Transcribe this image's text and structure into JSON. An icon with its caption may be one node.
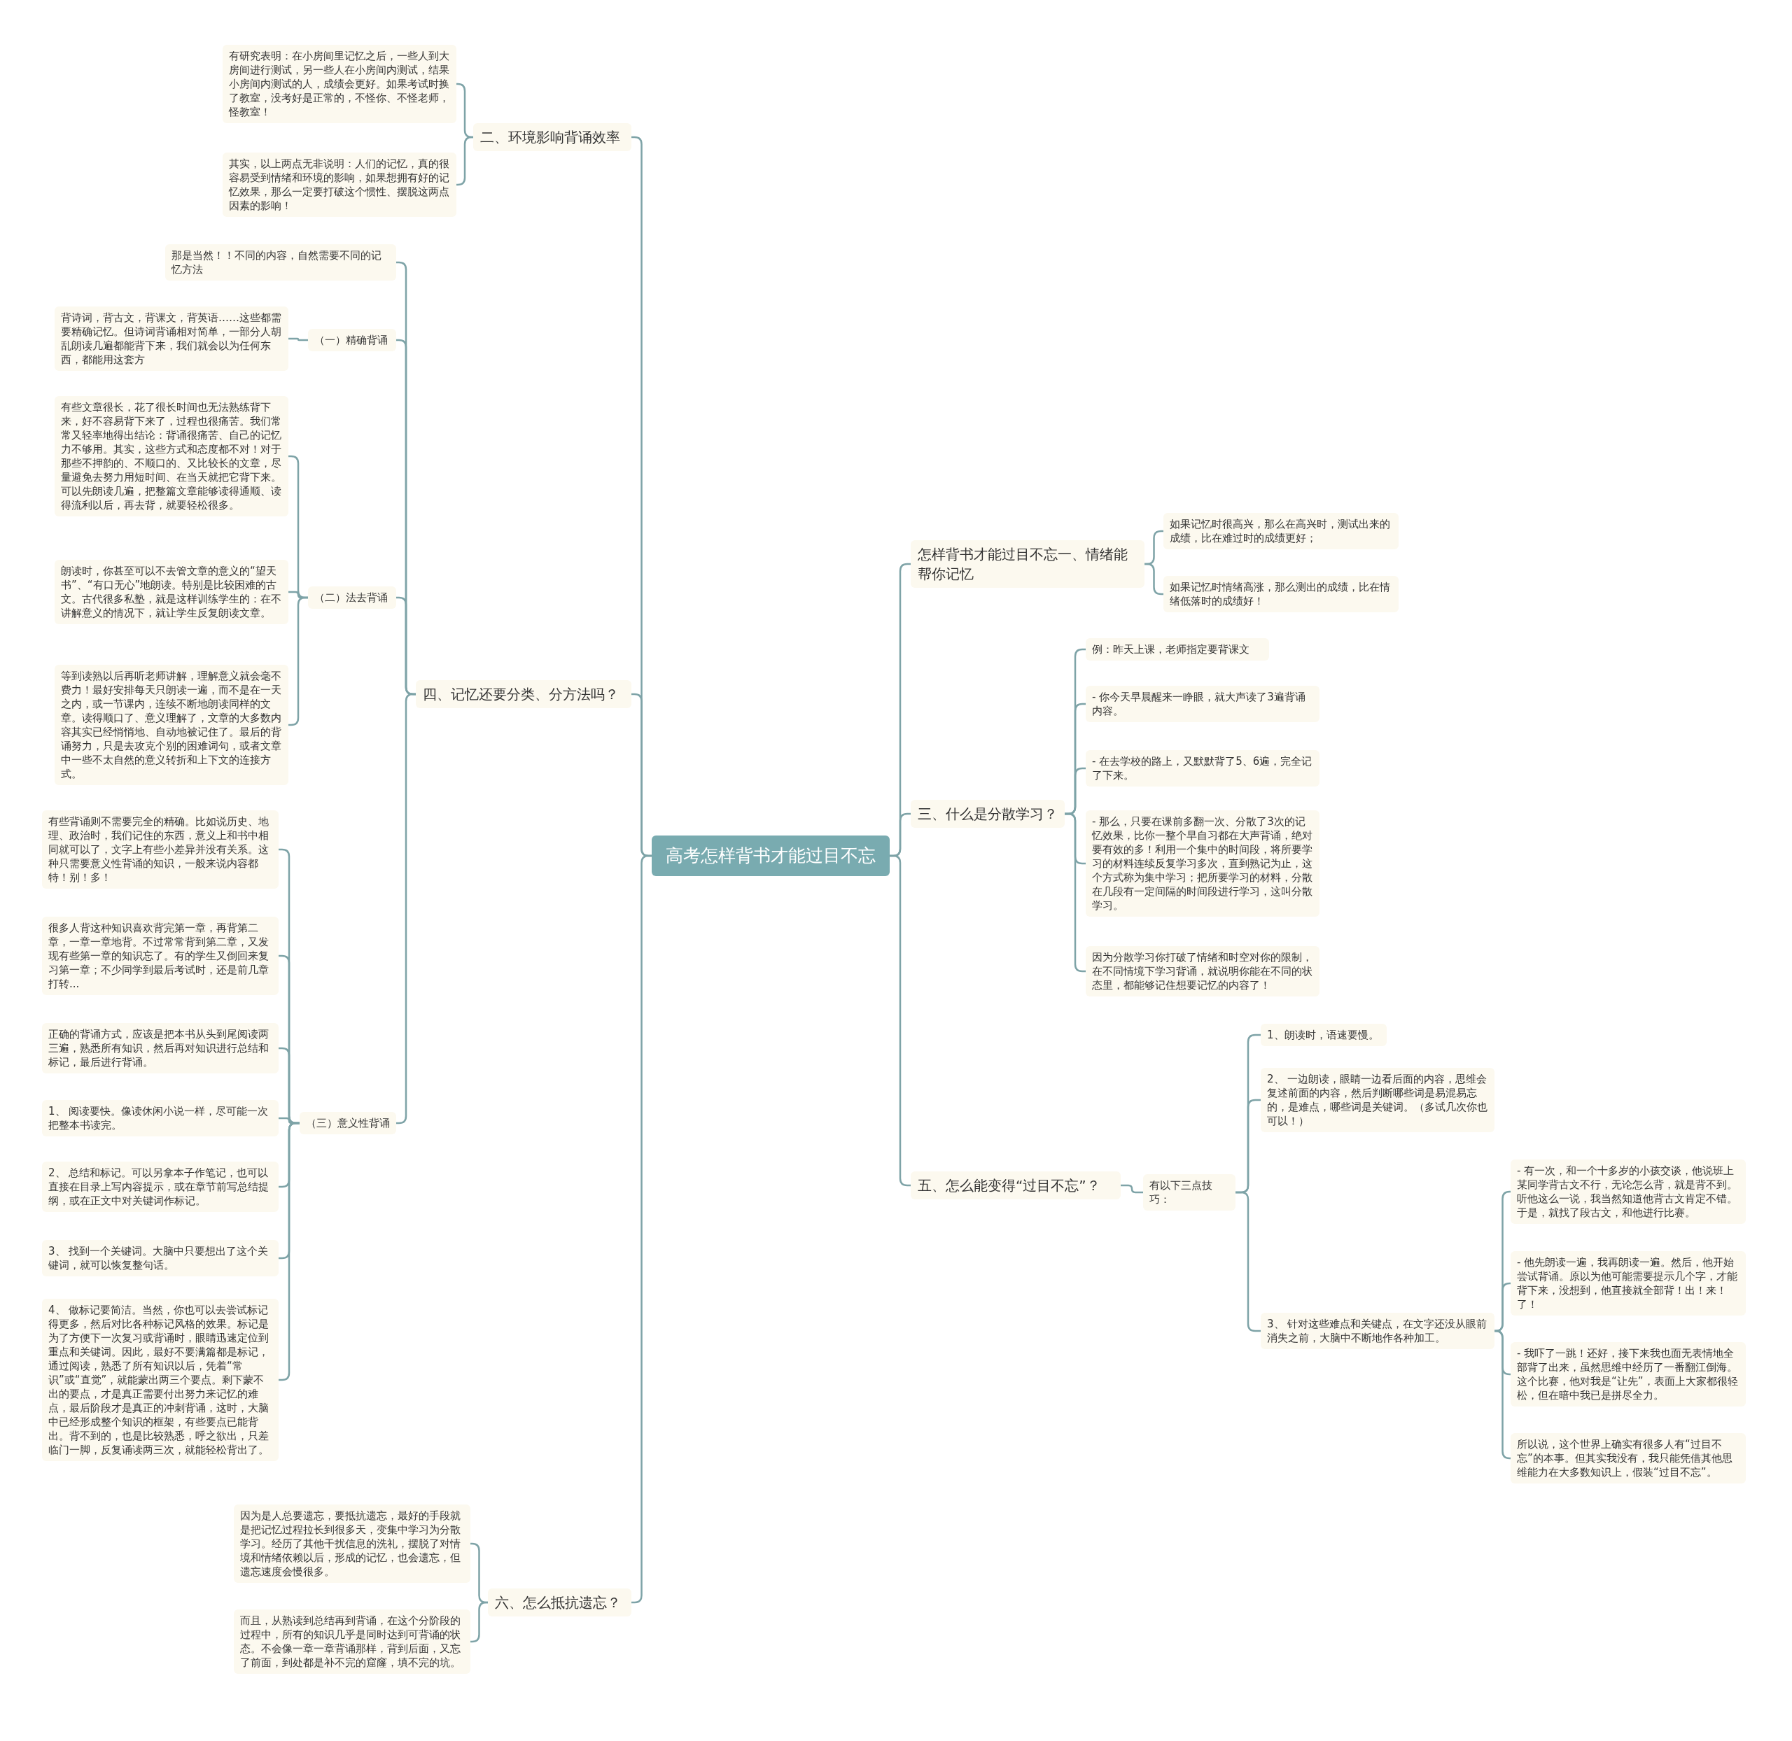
{
  "diagram": {
    "nodes": [
      {
        "text": [
          "高考怎样背书才能过目不忘"
        ]
      },
      {
        "text": [
          "二、环境影响背诵效率"
        ]
      },
      {
        "text": [
          "有研究表明：在小房间里记忆之后，一些人到大房间进行测试，另一些人在小房间内测试，结果小房间内测试的人，成绩会更好。如果考试时换了教室，没考好是正常的，不怪你、不怪老师，怪教室！"
        ]
      },
      {
        "text": [
          "其实，以上两点无非说明：人们的记忆，真的很容易受到情绪和环境的影响，如果想拥有好的记忆效果，那么一定要打破这个惯性、摆脱这两点因素的影响！"
        ]
      },
      {
        "text": [
          "四、记忆还要分类、分方法吗？"
        ]
      },
      {
        "text": [
          "那是当然！！不同的内容，自然需要不同的记忆方法"
        ]
      },
      {
        "text": [
          "（一）精确背诵"
        ]
      },
      {
        "text": [
          "背诗词，背古文，背课文，背英语……这些都需要精确记忆。但诗词背诵相对简单，一部分人胡乱朗读几遍都能背下来，我们就会以为任何东西，都能用这套方"
        ]
      },
      {
        "text": [
          "（二）法去背诵"
        ]
      },
      {
        "text": [
          "有些文章很长，花了很长时间也无法熟练背下来，好不容易背下来了，过程也很痛苦。我们常常又轻率地得出结论：背诵很痛苦、自己的记忆力不够用。其实，这些方式和态度都不对！对于那些不押韵的、不顺口的、又比较长的文章，尽量避免去努力用短时间、在当天就把它背下来。可以先朗读几遍，把整篇文章能够读得通顺、读得流利以后，再去背，就要轻松很多。"
        ]
      },
      {
        "text": [
          "朗读时，你甚至可以不去管文章的意义的“望天书”、“有口无心”地朗读。特别是比较困难的古文。古代很多私塾，就是这样训练学生的：在不讲解意义的情况下，就让学生反复朗读文章。"
        ]
      },
      {
        "text": [
          "等到读熟以后再听老师讲解，理解意义就会毫不费力！最好安排每天只朗读一遍，而不是在一天之内，或一节课内，连续不断地朗读同样的文章。读得顺口了、意义理解了，文章的大多数内容其实已经悄悄地、自动地被记住了。最后的背诵努力，只是去攻克个别的困难词句，或者文章中一些不太自然的意义转折和上下文的连接方式。"
        ]
      },
      {
        "text": [
          "（三）意义性背诵"
        ]
      },
      {
        "text": [
          "有些背诵则不需要完全的精确。比如说历史、地理、政治时，我们记住的东西，意义上和书中相同就可以了，文字上有些小差异并没有关系。这种只需要意义性背诵的知识，一般来说内容都特！别！多！"
        ]
      },
      {
        "text": [
          "很多人背这种知识喜欢背完第一章，再背第二章，一章一章地背。不过常常背到第二章，又发现有些第一章的知识忘了。有的学生又倒回来复习第一章；不少同学到最后考试时，还是前几章打转..."
        ]
      },
      {
        "text": [
          "正确的背诵方式，应该是把本书从头到尾阅读两三遍，熟悉所有知识，然后再对知识进行总结和标记，最后进行背诵。"
        ]
      },
      {
        "text": [
          "1、 阅读要快。像读休闲小说一样，尽可能一次把整本书读完。"
        ]
      },
      {
        "text": [
          "2、 总结和标记。可以另拿本子作笔记，也可以直接在目录上写内容提示，或在章节前写总结提纲，或在正文中对关键词作标记。"
        ]
      },
      {
        "text": [
          "3、 找到一个关键词。大脑中只要想出了这个关键词，就可以恢复整句话。"
        ]
      },
      {
        "text": [
          "4、 做标记要简洁。当然，你也可以去尝试标记得更多，然后对比各种标记风格的效果。标记是为了方便下一次复习或背诵时，眼睛迅速定位到重点和关键词。因此，最好不要满篇都是标记，通过阅读，熟悉了所有知识以后，凭着“常识”或“直觉”，就能蒙出两三个要点。剩下蒙不出的要点，才是真正需要付出努力来记忆的难点，最后阶段才是真正的冲刺背诵，这时，大脑中已经形成整个知识的框架，有些要点已能背出。背不到的，也是比较熟悉，呼之欲出，只差临门一脚，反复诵读两三次，就能轻松背出了。"
        ]
      },
      {
        "text": [
          "六、怎么抵抗遗忘？"
        ]
      },
      {
        "text": [
          "因为是人总要遗忘，要抵抗遗忘，最好的手段就是把记忆过程拉长到很多天，变集中学习为分散学习。经历了其他干扰信息的洗礼，摆脱了对情境和情绪依赖以后，形成的记忆，也会遗忘，但遗忘速度会慢很多。"
        ]
      },
      {
        "text": [
          "而且，从熟读到总结再到背诵，在这个分阶段的过程中，所有的知识几乎是同时达到可背诵的状态。不会像一章一章背诵那样，背到后面，又忘了前面，到处都是补不完的窟窿，填不完的坑。"
        ]
      },
      {
        "text": [
          "怎样背书才能过目不忘一、情绪能帮你记忆"
        ]
      },
      {
        "text": [
          "如果记忆时很高兴，那么在高兴时，测试出来的成绩，比在难过时的成绩更好；"
        ]
      },
      {
        "text": [
          "如果记忆时情绪高涨，那么测出的成绩，比在情绪低落时的成绩好！"
        ]
      },
      {
        "text": [
          "三、什么是分散学习？"
        ]
      },
      {
        "text": [
          "例：昨天上课，老师指定要背课文"
        ]
      },
      {
        "text": [
          "- 你今天早晨醒来一睁眼，就大声读了3遍背诵内容。"
        ]
      },
      {
        "text": [
          "- 在去学校的路上，又默默背了5、6遍，完全记了下来。"
        ]
      },
      {
        "text": [
          "- 那么，只要在课前多翻一次、分散了3次的记忆效果，比你一整个早自习都在大声背诵，绝对要有效的多！利用一个集中的时间段，将所要学习的材料连续反复学习多次，直到熟记为止，这个方式称为集中学习；把所要学习的材料，分散在几段有一定间隔的时间段进行学习，这叫分散学习。"
        ]
      },
      {
        "text": [
          "因为分散学习你打破了情绪和时空对你的限制，在不同情境下学习背诵，就说明你能在不同的状态里，都能够记住想要记忆的内容了！"
        ]
      },
      {
        "text": [
          "五、怎么能变得“过目不忘”？"
        ]
      },
      {
        "text": [
          "有以下三点技巧："
        ]
      },
      {
        "text": [
          "1、朗读时，语速要慢。"
        ]
      },
      {
        "text": [
          "2、 一边朗读，眼睛一边看后面的内容，思维会复述前面的内容，然后判断哪些词是易混易忘的，是难点，哪些词是关键词。（多试几次你也可以！）"
        ]
      },
      {
        "text": [
          "3、 针对这些难点和关键点，在文字还没从眼前消失之前，大脑中不断地作各种加工。"
        ]
      },
      {
        "text": [
          "- 有一次，和一个十多岁的小孩交谈，他说班上某同学背古文不行，无论怎么背，就是背不到。听他这么一说，我当然知道他背古文肯定不错。于是，就找了段古文，和他进行比赛。"
        ]
      },
      {
        "text": [
          "- 他先朗读一遍，我再朗读一遍。然后，他开始尝试背诵。原以为他可能需要提示几个字，才能背下来，没想到，他直接就全部背！出！来！了！"
        ]
      },
      {
        "text": [
          "- 我吓了一跳！还好，接下来我也面无表情地全部背了出来，虽然思维中经历了一番翻江倒海。这个比赛，他对我是“让先”，表面上大家都很轻松，但在暗中我已是拼尽全力。"
        ]
      },
      {
        "text": [
          "所以说，这个世界上确实有很多人有“过目不忘”的本事。但其实我没有，我只能凭借其他思维能力在大多数知识上，假装“过目不忘”。"
        ]
      }
    ],
    "edges": [
      {
        "from": 0,
        "to": 1,
        "arrow": "none"
      },
      {
        "from": 1,
        "to": 2,
        "arrow": "none"
      },
      {
        "from": 1,
        "to": 3,
        "arrow": "none"
      },
      {
        "from": 0,
        "to": 4,
        "arrow": "none"
      },
      {
        "from": 4,
        "to": 5,
        "arrow": "none"
      },
      {
        "from": 4,
        "to": 6,
        "arrow": "none"
      },
      {
        "from": 6,
        "to": 7,
        "arrow": "none"
      },
      {
        "from": 4,
        "to": 8,
        "arrow": "none"
      },
      {
        "from": 8,
        "to": 9,
        "arrow": "none"
      },
      {
        "from": 8,
        "to": 10,
        "arrow": "none"
      },
      {
        "from": 8,
        "to": 11,
        "arrow": "none"
      },
      {
        "from": 4,
        "to": 12,
        "arrow": "none"
      },
      {
        "from": 12,
        "to": 13,
        "arrow": "none"
      },
      {
        "from": 12,
        "to": 14,
        "arrow": "none"
      },
      {
        "from": 12,
        "to": 15,
        "arrow": "none"
      },
      {
        "from": 12,
        "to": 16,
        "arrow": "none"
      },
      {
        "from": 12,
        "to": 17,
        "arrow": "none"
      },
      {
        "from": 12,
        "to": 18,
        "arrow": "none"
      },
      {
        "from": 12,
        "to": 19,
        "arrow": "none"
      },
      {
        "from": 0,
        "to": 20,
        "arrow": "none"
      },
      {
        "from": 20,
        "to": 21,
        "arrow": "none"
      },
      {
        "from": 20,
        "to": 22,
        "arrow": "none"
      },
      {
        "from": 0,
        "to": 23,
        "arrow": "none"
      },
      {
        "from": 23,
        "to": 24,
        "arrow": "none"
      },
      {
        "from": 23,
        "to": 25,
        "arrow": "none"
      },
      {
        "from": 0,
        "to": 26,
        "arrow": "none"
      },
      {
        "from": 26,
        "to": 27,
        "arrow": "none"
      },
      {
        "from": 26,
        "to": 28,
        "arrow": "none"
      },
      {
        "from": 26,
        "to": 29,
        "arrow": "none"
      },
      {
        "from": 26,
        "to": 30,
        "arrow": "none"
      },
      {
        "from": 26,
        "to": 31,
        "arrow": "none"
      },
      {
        "from": 0,
        "to": 32,
        "arrow": "none"
      },
      {
        "from": 32,
        "to": 33,
        "arrow": "none"
      },
      {
        "from": 33,
        "to": 34,
        "arrow": "none"
      },
      {
        "from": 33,
        "to": 35,
        "arrow": "none"
      },
      {
        "from": 33,
        "to": 36,
        "arrow": "none"
      },
      {
        "from": 36,
        "to": 37,
        "arrow": "none"
      },
      {
        "from": 36,
        "to": 38,
        "arrow": "none"
      },
      {
        "from": 36,
        "to": 39,
        "arrow": "none"
      },
      {
        "from": 36,
        "to": 40,
        "arrow": "none"
      }
    ]
  }
}
